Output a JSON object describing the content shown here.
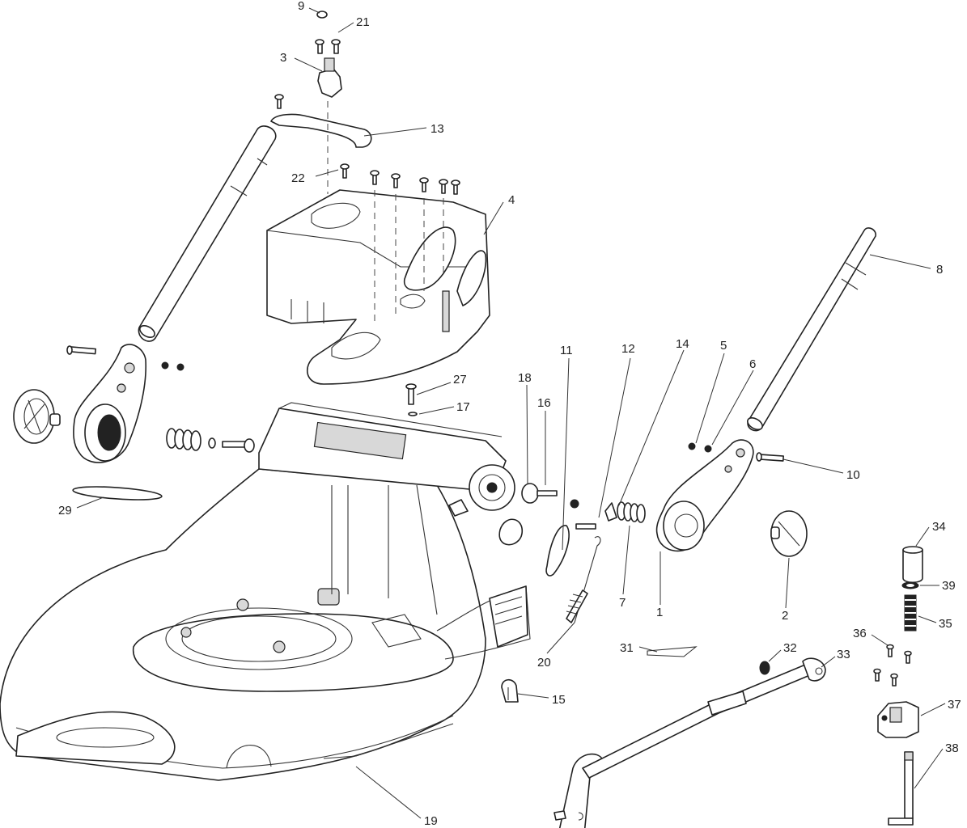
{
  "diagram": {
    "labels": [
      "9",
      "21",
      "3",
      "13",
      "22",
      "4",
      "8",
      "27",
      "17",
      "18",
      "16",
      "11",
      "12",
      "14",
      "5",
      "6",
      "10",
      "34",
      "39",
      "35",
      "36",
      "37",
      "38",
      "29",
      "1",
      "2",
      "7",
      "20",
      "31",
      "32",
      "33",
      "15",
      "19"
    ]
  }
}
